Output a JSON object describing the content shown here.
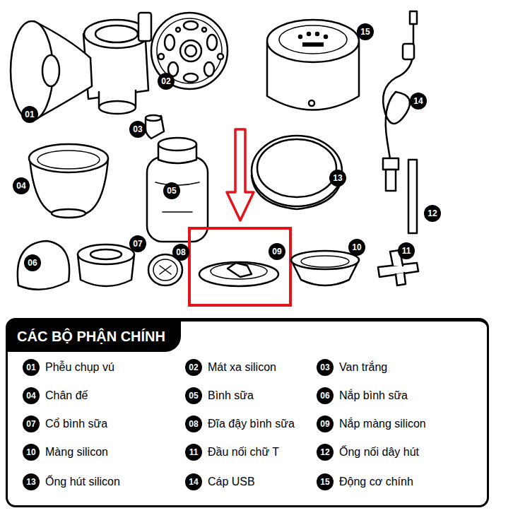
{
  "diagram": {
    "nodes": [
      {
        "text": [
          "01"
        ]
      },
      {
        "text": [
          "02"
        ]
      },
      {
        "text": [
          "03"
        ]
      },
      {
        "text": [
          "04"
        ]
      },
      {
        "text": [
          "05"
        ]
      },
      {
        "text": [
          "06"
        ]
      },
      {
        "text": [
          "07"
        ]
      },
      {
        "text": [
          "08"
        ]
      },
      {
        "text": [
          "09"
        ]
      },
      {
        "text": [
          "10"
        ]
      },
      {
        "text": [
          "11"
        ]
      },
      {
        "text": [
          "12"
        ]
      },
      {
        "text": [
          "13"
        ]
      },
      {
        "text": [
          "14"
        ]
      },
      {
        "text": [
          "15"
        ]
      },
      {
        "text": [
          "CÁC BỘ PHẬN CHÍNH"
        ]
      },
      {
        "text": [
          "01"
        ],
        "in": 15
      },
      {
        "text": [
          "02"
        ],
        "in": 15
      },
      {
        "text": [
          "03"
        ],
        "in": 15
      },
      {
        "text": [
          "04"
        ],
        "in": 15
      },
      {
        "text": [
          "05"
        ],
        "in": 15
      },
      {
        "text": [
          "06"
        ],
        "in": 15
      },
      {
        "text": [
          "07"
        ],
        "in": 15
      },
      {
        "text": [
          "08"
        ],
        "in": 15
      },
      {
        "text": [
          "09"
        ],
        "in": 15
      },
      {
        "text": [
          "10"
        ],
        "in": 15
      },
      {
        "text": [
          "11"
        ],
        "in": 15
      },
      {
        "text": [
          "12"
        ],
        "in": 15
      },
      {
        "text": [
          "13"
        ],
        "in": 15
      },
      {
        "text": [
          "14"
        ],
        "in": 15
      },
      {
        "text": [
          "15"
        ],
        "in": 15
      }
    ],
    "labels": [
      "Phễu chụp vú",
      "Mát xa silicon",
      "Van trắng",
      "Chân đế",
      "Bình sữa",
      "Nắp bình sữa",
      "Cổ bình sữa",
      "Đĩa đậy bình sữa",
      "Nắp màng silicon",
      "Màng silicon",
      "Đầu nối chữ T",
      "Ống nối dây hút",
      "Ống hút silicon",
      "Cáp USB",
      "Động cơ chính"
    ]
  }
}
